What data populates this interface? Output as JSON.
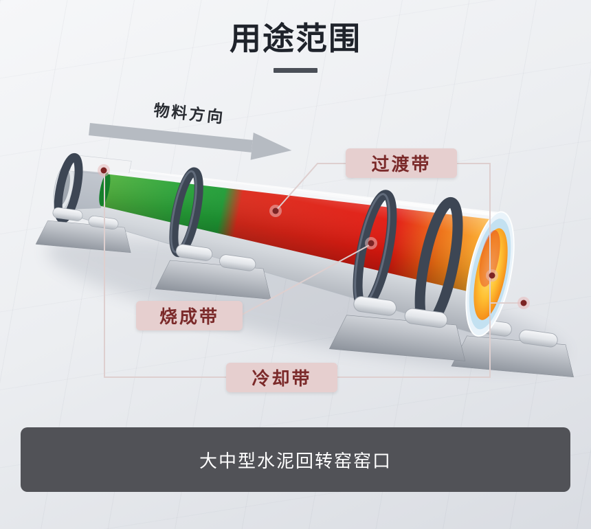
{
  "page": {
    "title": "用途范围",
    "caption": "大中型水泥回转窑窑口"
  },
  "diagram": {
    "direction_label": "物料方向",
    "zone_labels": [
      {
        "id": "transition",
        "text": "过渡带"
      },
      {
        "id": "burning",
        "text": "烧成带"
      },
      {
        "id": "cooling",
        "text": "冷却带"
      }
    ],
    "colors": {
      "title_text": "#1f232b",
      "title_underline": "#4a4f57",
      "label_background": "#e6cfcf",
      "label_text": "#7b2a2a",
      "leader_line": "#decfcf",
      "marker_dot": "#7c2424",
      "arrow": "#b6bbc2",
      "zone_green": "#27a339",
      "zone_red": "#e2180f",
      "zone_orange_glow": "#ffbe32",
      "ring": "#3d4654",
      "mouth_rim": "#c3e1f1",
      "caption_background": "#515257",
      "caption_text": "#ffffff"
    }
  }
}
